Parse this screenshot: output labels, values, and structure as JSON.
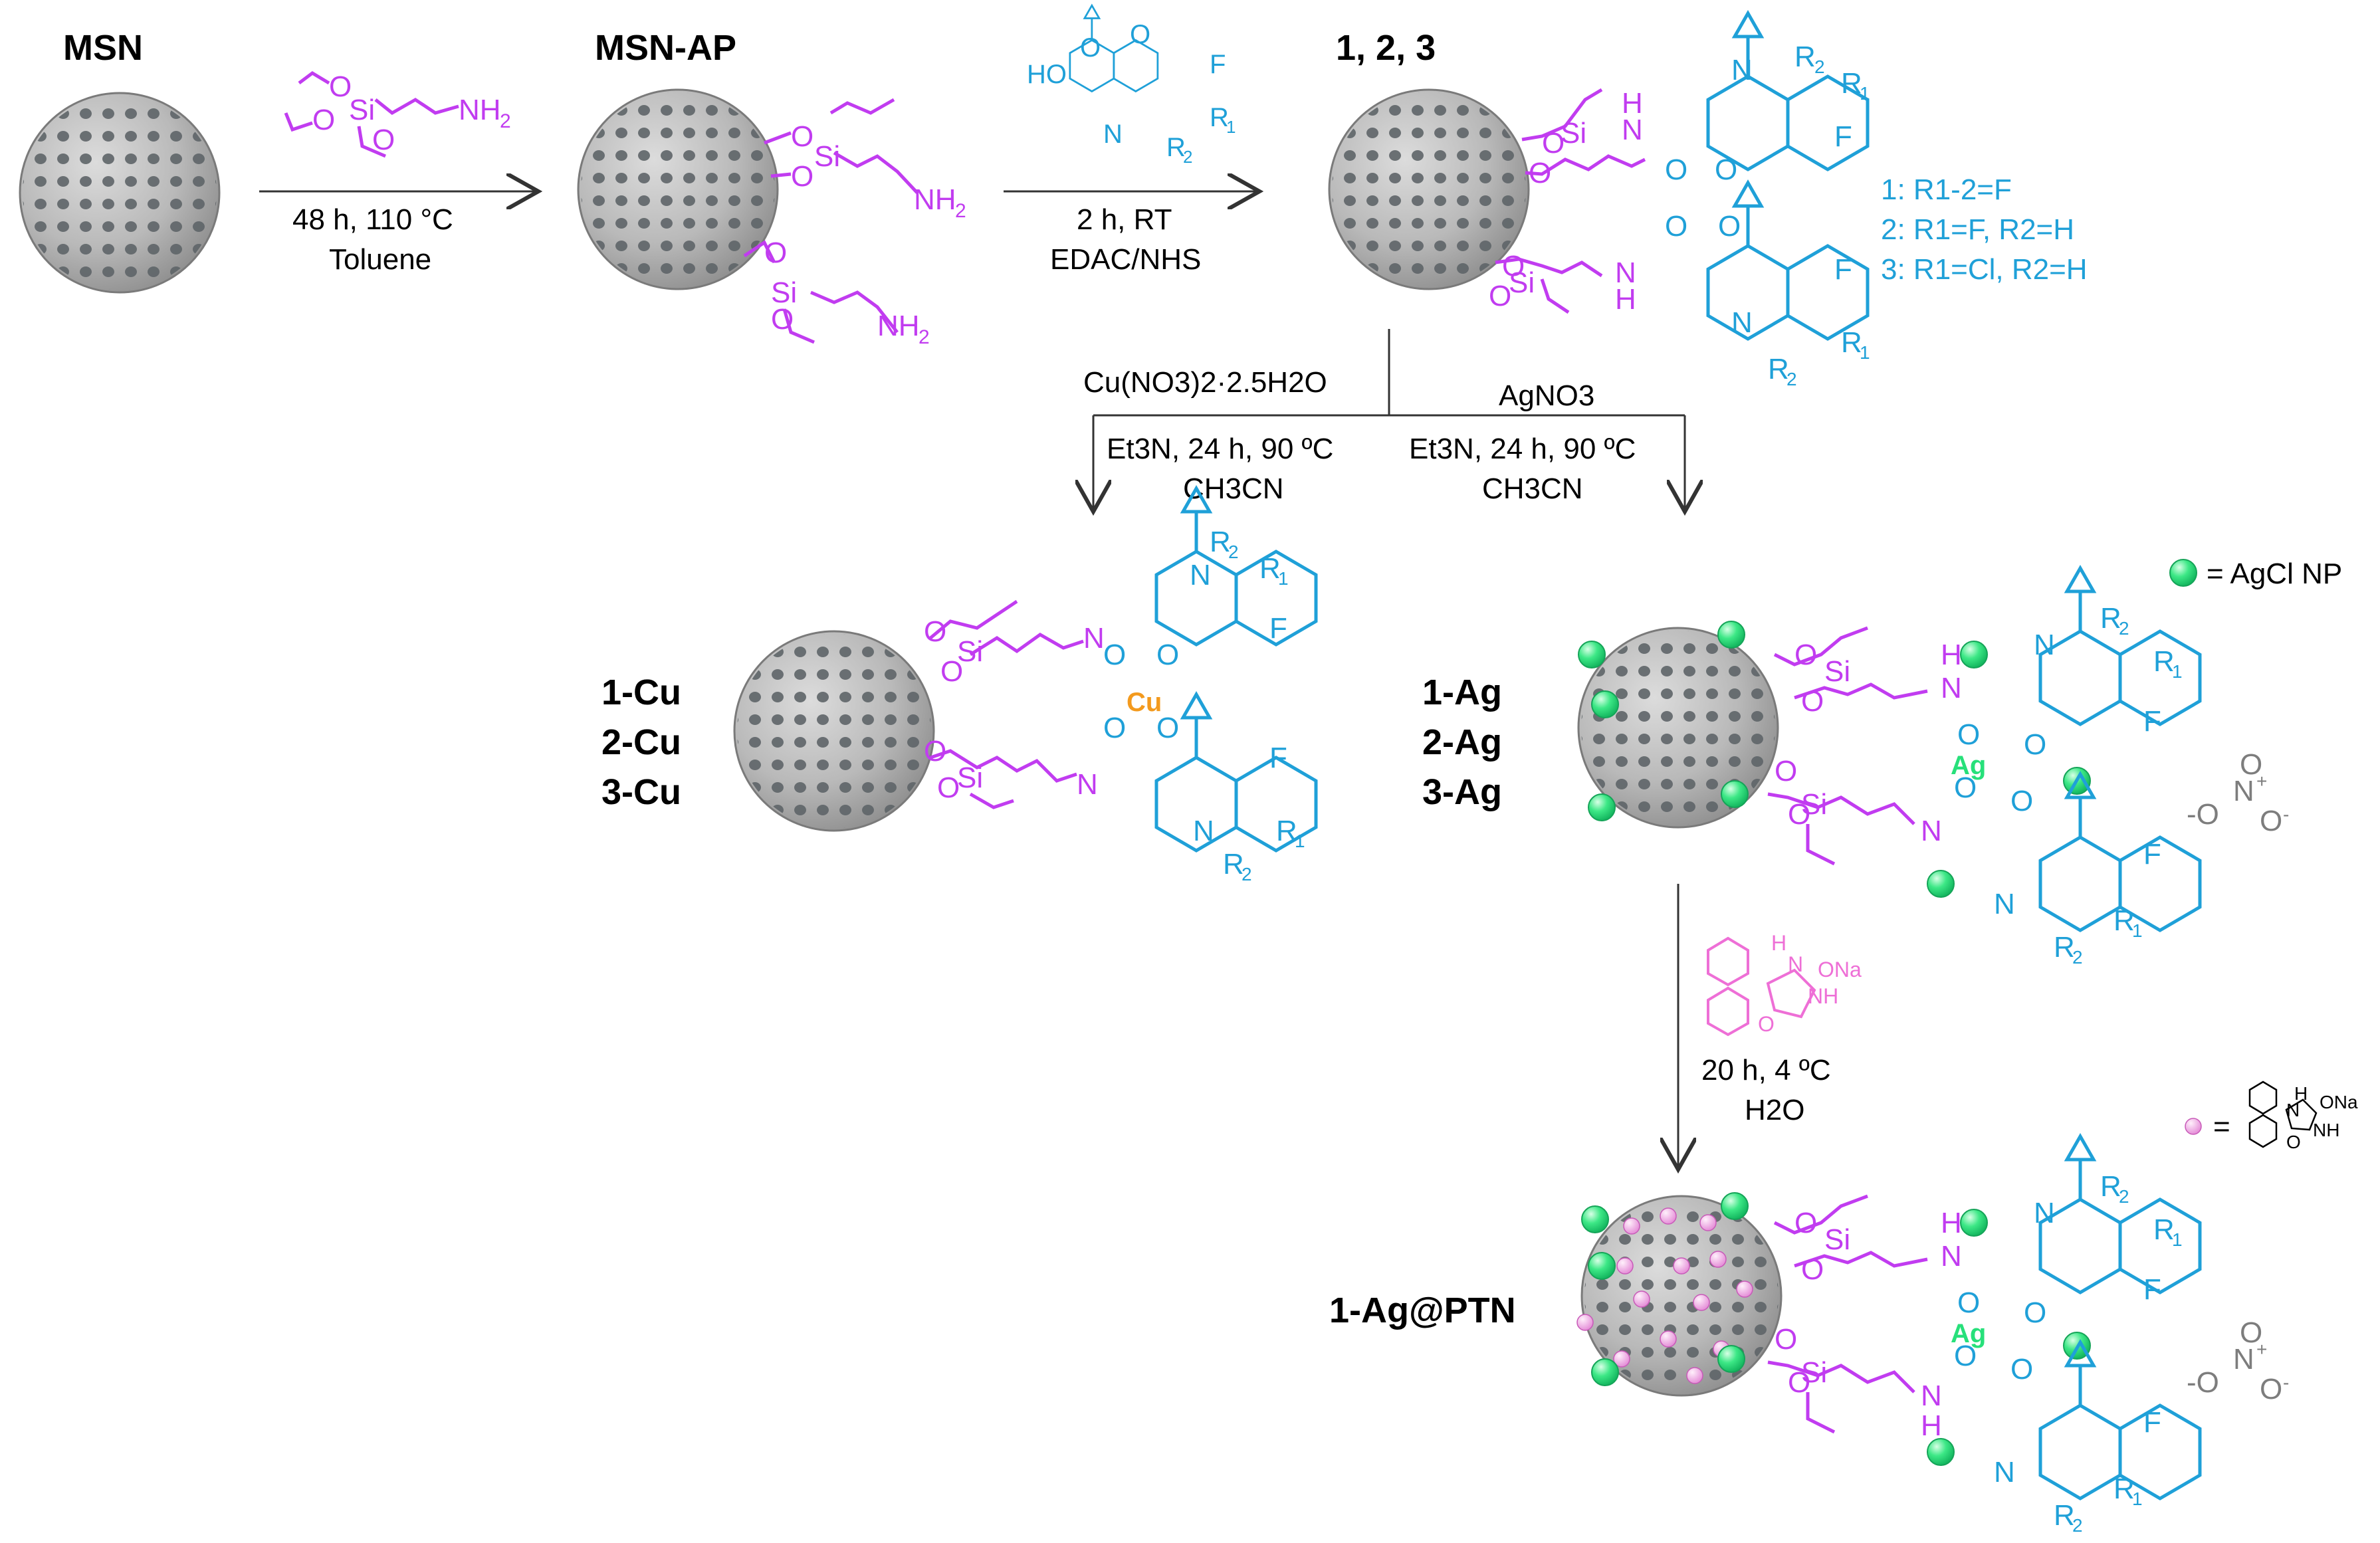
{
  "labels": {
    "msn": "MSN",
    "msn_ap": "MSN-AP",
    "products": "1, 2, 3",
    "cu1": "1-Cu",
    "cu2": "2-Cu",
    "cu3": "3-Cu",
    "ag1": "1-Ag",
    "ag2": "2-Ag",
    "ag3": "3-Ag",
    "ptn": "1-Ag@PTN"
  },
  "conditions": {
    "step1_a": "48 h, 110 °C",
    "step1_b": "Toluene",
    "step2_a": "2 h, RT",
    "step2_b": "EDAC/NHS",
    "cu_reagent": "Cu(NO3)2·2.5H2O",
    "cu_cond": "Et3N, 24 h, 90 ºC",
    "cu_solvent": "CH3CN",
    "ag_reagent": "AgNO3",
    "ag_cond": "Et3N, 24 h, 90 ºC",
    "ag_solvent": "CH3CN",
    "ptn_cond_a": "20 h, 4 ºC",
    "ptn_cond_b": "H2O"
  },
  "substituents": {
    "s1": "1: R1-2=F",
    "s2": "2: R1=F, R2=H",
    "s3": "3: R1=Cl, R2=H"
  },
  "legend": {
    "agcl": "= AgCl NP",
    "ptn_eq": "="
  },
  "colors": {
    "linker": "#c13cf0",
    "quinolone": "#1fa0d8",
    "agcl": "#27e07a",
    "copper": "#f39a1e",
    "phenytoin": "#ee6fd6",
    "nitrate": "#7d7d7d"
  }
}
